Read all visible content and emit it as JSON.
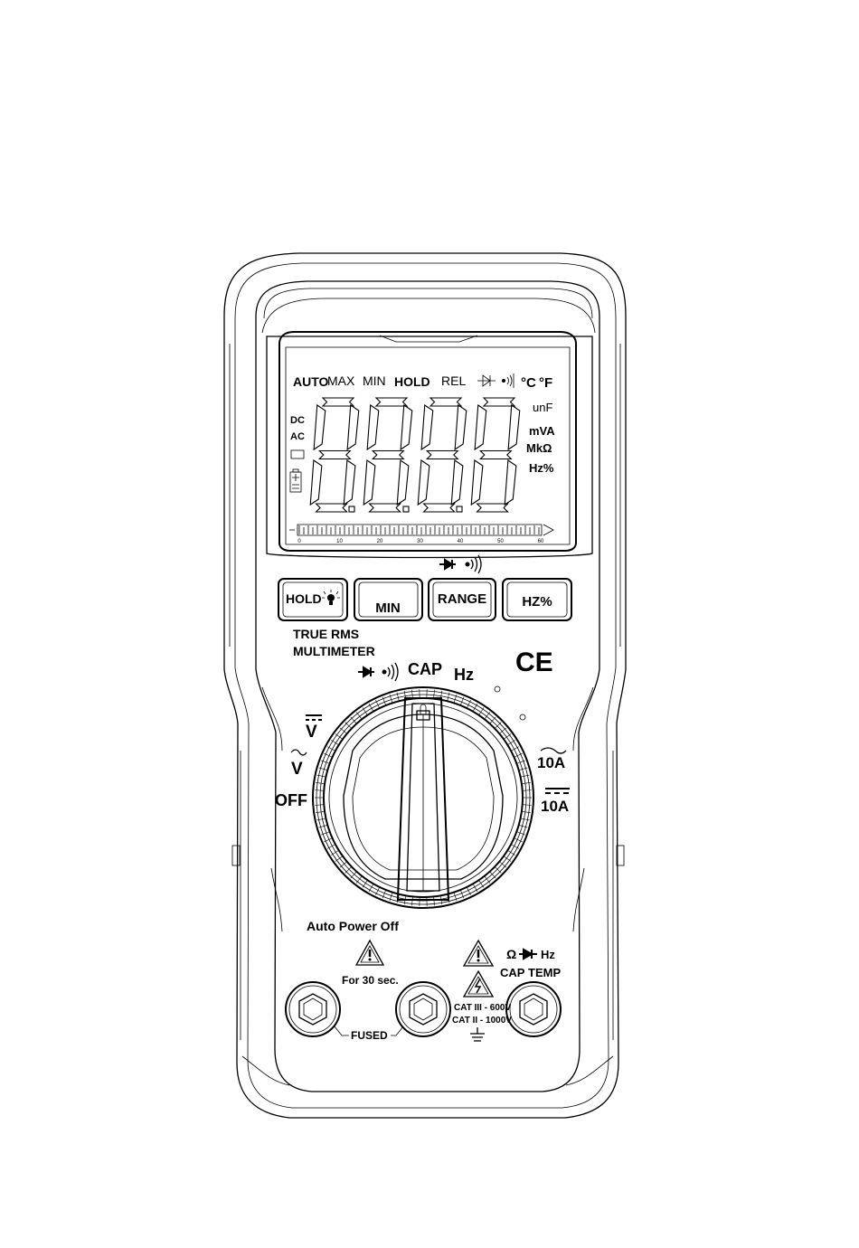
{
  "lcd": {
    "annunciators": {
      "auto": "AUTO",
      "max": "MAX",
      "min": "MIN",
      "hold": "HOLD",
      "rel": "REL",
      "celsius": "°C",
      "fahrenheit": "°F"
    },
    "left_flags": {
      "dc": "DC",
      "ac": "AC"
    },
    "units": {
      "cap": "unF",
      "volt_amp": "mVA",
      "ohm": "MkΩ",
      "freq": "Hz%"
    },
    "bargraph": {
      "ticks": [
        "0",
        "10",
        "20",
        "30",
        "40",
        "50",
        "60"
      ]
    }
  },
  "buttons": {
    "hold": "HOLD",
    "min": "MIN",
    "range": "RANGE",
    "hz": "HZ%"
  },
  "model": {
    "line1": "TRUE RMS",
    "line2": "MULTIMETER"
  },
  "ce_mark": "CE",
  "dial": {
    "cap": "CAP",
    "hz": "Hz",
    "dcv": "V",
    "acv": "V",
    "off": "OFF",
    "ac10a": "10A",
    "dc10a": "10A"
  },
  "notes": {
    "auto_power_off": "Auto Power Off",
    "for_30": "For 30 sec.",
    "fused": "FUSED",
    "cat3": "CAT III - 600V",
    "cat2": "CAT II - 1000V",
    "jack_row1": "Ω",
    "jack_hz": "Hz",
    "jack_cap": "CAP",
    "jack_temp": "TEMP"
  }
}
